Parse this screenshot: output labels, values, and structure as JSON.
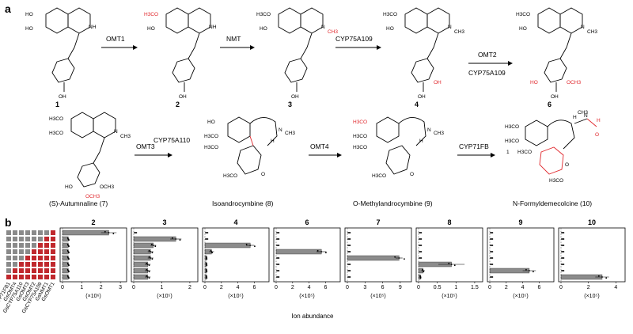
{
  "panel_a": {
    "label": "a",
    "compounds": [
      {
        "id": "cpd-1",
        "number": "1",
        "name": ""
      },
      {
        "id": "cpd-2",
        "number": "2",
        "name": ""
      },
      {
        "id": "cpd-3",
        "number": "3",
        "name": ""
      },
      {
        "id": "cpd-4",
        "number": "4",
        "name": ""
      },
      {
        "id": "cpd-6",
        "number": "6",
        "name": ""
      },
      {
        "id": "cpd-7",
        "number": "",
        "name": "(S)-Autumnaline (7)"
      },
      {
        "id": "cpd-8",
        "number": "",
        "name": "Isoandrocymbine (8)"
      },
      {
        "id": "cpd-9",
        "number": "",
        "name": "O-Methylandrocymbine (9)"
      },
      {
        "id": "cpd-10",
        "number": "",
        "name": "N-Formyldemecolcine (10)"
      }
    ],
    "enzymes": [
      "OMT1",
      "NMT",
      "CYP75A109",
      "OMT2",
      "CYP75A109",
      "OMT3",
      "CYP75A110",
      "OMT4",
      "CYP71FB"
    ],
    "atoms": {
      "HO": "HO",
      "NH": "NH",
      "N": "N",
      "H3CO": "H3CO",
      "OCH3": "OCH3",
      "CH3": "CH3",
      "OH": "OH",
      "O": "O",
      "H": "H",
      "OMe_ring": "1"
    }
  },
  "panel_b": {
    "label": "b",
    "xlabel": "Ion abundance",
    "genes": [
      "GsCYP71FB1",
      "GsOMT4",
      "GsCYP75A110",
      "GsOMT3",
      "GsOMT2",
      "GsCYP75A109",
      "GsNMT1",
      "GsOMT1"
    ],
    "colors": {
      "present": "#c0282d",
      "absent": "#8a8a8a",
      "bar": "#8c8c8c"
    },
    "matrix_note": "rows = constructs (top = fewest genes); columns = genes",
    "chart_data": [
      {
        "type": "bar",
        "title": "2",
        "unit": "(×10⁶)",
        "xlim": [
          0,
          3.2
        ],
        "ticks": [
          "0",
          "1",
          "2",
          "3"
        ],
        "tick_values": [
          0,
          1,
          2,
          3
        ],
        "values": [
          2.4,
          0.3,
          0.3,
          0.3,
          0.3,
          0.3,
          0.3,
          0.3
        ],
        "errors": [
          0.4,
          0.05,
          0.05,
          0.05,
          0.05,
          0.05,
          0.05,
          0.05
        ]
      },
      {
        "type": "bar",
        "title": "3",
        "unit": "(×10⁵)",
        "xlim": [
          0,
          2.2
        ],
        "ticks": [
          "0",
          "1",
          "2"
        ],
        "tick_values": [
          0,
          1,
          2
        ],
        "values": [
          0.0,
          1.5,
          0.7,
          0.6,
          0.6,
          0.5,
          0.5,
          0.5
        ],
        "errors": [
          0,
          0.2,
          0.1,
          0.1,
          0.1,
          0.1,
          0.1,
          0.1
        ]
      },
      {
        "type": "bar",
        "title": "4",
        "unit": "(×10⁵)",
        "xlim": [
          0,
          7.5
        ],
        "ticks": [
          "0",
          "2",
          "4",
          "6"
        ],
        "tick_values": [
          0,
          2,
          4,
          6
        ],
        "values": [
          0.0,
          0.0,
          5.5,
          0.8,
          0.2,
          0.2,
          0.2,
          0.2
        ],
        "errors": [
          0,
          0,
          0.5,
          0.3,
          0.1,
          0.1,
          0.1,
          0.1
        ]
      },
      {
        "type": "bar",
        "title": "6",
        "unit": "(×10⁵)",
        "xlim": [
          0,
          7.5
        ],
        "ticks": [
          "0",
          "2",
          "4",
          "6"
        ],
        "tick_values": [
          0,
          2,
          4,
          6
        ],
        "values": [
          0.0,
          0.0,
          0.0,
          5.5,
          0.0,
          0.0,
          0.0,
          0.0
        ],
        "errors": [
          0,
          0,
          0,
          0.6,
          0,
          0,
          0,
          0
        ]
      },
      {
        "type": "bar",
        "title": "7",
        "unit": "(×10⁵)",
        "xlim": [
          0,
          10.5
        ],
        "ticks": [
          "0",
          "3",
          "6",
          "9"
        ],
        "tick_values": [
          0,
          3,
          6,
          9
        ],
        "values": [
          0.0,
          0.0,
          0.0,
          0.0,
          8.8,
          0.0,
          0.0,
          0.0
        ],
        "errors": [
          0,
          0,
          0,
          0,
          0.6,
          0,
          0,
          0
        ]
      },
      {
        "type": "bar",
        "title": "8",
        "unit": "(×10⁵)",
        "xlim": [
          0,
          1.65
        ],
        "ticks": [
          "0",
          "0.5",
          "1",
          "1.5"
        ],
        "tick_values": [
          0,
          0.5,
          1,
          1.5
        ],
        "values": [
          0.0,
          0.0,
          0.0,
          0.0,
          0.0,
          0.88,
          0.12,
          0.05
        ],
        "errors": [
          0,
          0,
          0,
          0,
          0,
          0.35,
          0.05,
          0.03
        ]
      },
      {
        "type": "bar",
        "title": "9",
        "unit": "(×10⁵)",
        "xlim": [
          0,
          7.5
        ],
        "ticks": [
          "0",
          "2",
          "4",
          "6"
        ],
        "tick_values": [
          0,
          2,
          4,
          6
        ],
        "values": [
          0.0,
          0.0,
          0.0,
          0.0,
          0.0,
          0.0,
          4.8,
          0.0
        ],
        "errors": [
          0,
          0,
          0,
          0,
          0,
          0,
          0.8,
          0
        ]
      },
      {
        "type": "bar",
        "title": "10",
        "unit": "(×10⁵)",
        "xlim": [
          0,
          4.5
        ],
        "ticks": [
          "0",
          "2",
          "4"
        ],
        "tick_values": [
          0,
          2,
          4
        ],
        "values": [
          0.0,
          0.0,
          0.0,
          0.0,
          0.0,
          0.0,
          0.0,
          3.0
        ],
        "errors": [
          0,
          0,
          0,
          0,
          0,
          0,
          0,
          0.5
        ]
      }
    ]
  }
}
